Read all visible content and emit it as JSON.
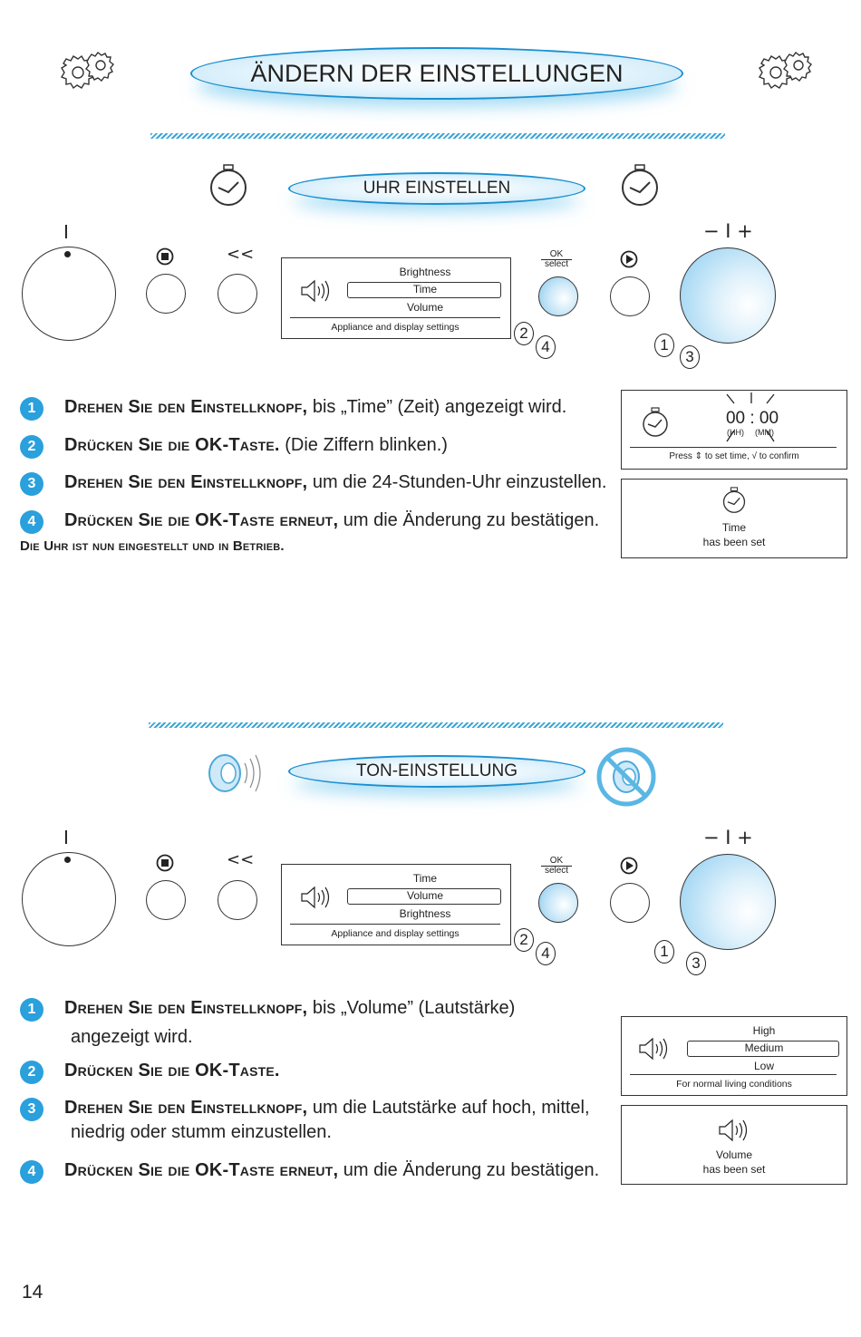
{
  "header": {
    "title": "ÄNDERN DER EINSTELLUNGEN"
  },
  "clock_section": {
    "title": "UHR EINSTELLEN",
    "panel": {
      "left_knob_mark": "I",
      "back_label": "<<",
      "ok_label_top": "OK",
      "ok_label_bottom": "select",
      "right_knob_label": "− I +",
      "menu": {
        "items": [
          "Brightness",
          "Time",
          "Volume"
        ],
        "selected": "Time",
        "footer": "Appliance and display settings"
      },
      "callouts": {
        "ok": [
          "2",
          "4"
        ],
        "knob": [
          "1",
          "3"
        ]
      }
    },
    "steps": [
      {
        "num": "1",
        "bold": "Drehen Sie den Einstellknopf,",
        "text": " bis „Time” (Zeit) angezeigt wird."
      },
      {
        "num": "2",
        "bold": "Drücken Sie die OK-Taste.",
        "text": " (Die Ziffern blinken.)"
      },
      {
        "num": "3",
        "bold": "Drehen Sie den Einstellknopf,",
        "text": " um die 24-Stunden-Uhr einzustellen."
      },
      {
        "num": "4",
        "bold": "Drücken Sie die OK-Taste erneut,",
        "text": " um die Änderung zu bestätigen."
      }
    ],
    "final_note": "Die Uhr ist nun eingestellt und in Betrieb.",
    "display_time": {
      "value": "00 : 00",
      "hh": "(HH)",
      "mm": "(MM)",
      "hint_a": "Press",
      "hint_b": "to set time,",
      "hint_c": "√ to confirm"
    },
    "display_confirm": {
      "line1": "Time",
      "line2": "has been set"
    }
  },
  "sound_section": {
    "title": "TON-EINSTELLUNG",
    "panel": {
      "left_knob_mark": "I",
      "back_label": "<<",
      "ok_label_top": "OK",
      "ok_label_bottom": "select",
      "right_knob_label": "− I +",
      "menu": {
        "items": [
          "Time",
          "Volume",
          "Brightness"
        ],
        "selected": "Volume",
        "footer": "Appliance and display settings"
      },
      "callouts": {
        "ok": [
          "2",
          "4"
        ],
        "knob": [
          "1",
          "3"
        ]
      }
    },
    "steps": [
      {
        "num": "1",
        "bold": "Drehen Sie den Einstellknopf,",
        "text": " bis „Volume” (Lautstärke)",
        "text2": "angezeigt wird."
      },
      {
        "num": "2",
        "bold": "Drücken Sie die OK-Taste.",
        "text": ""
      },
      {
        "num": "3",
        "bold": "Drehen Sie den Einstellknopf,",
        "text": " um die Lautstärke auf hoch, mittel,",
        "text2": "niedrig oder stumm einzustellen."
      },
      {
        "num": "4",
        "bold": "Drücken Sie die OK-Taste erneut,",
        "text": " um die Änderung zu bestätigen."
      }
    ],
    "display_volume": {
      "items": [
        "High",
        "Medium",
        "Low"
      ],
      "selected": "Medium",
      "footer": "For normal living conditions"
    },
    "display_confirm": {
      "line1": "Volume",
      "line2": "has been set"
    }
  },
  "page_number": "14",
  "icons": [
    "gears-icon",
    "clock-icon",
    "speaker-icon",
    "mute-icon",
    "stop-icon",
    "play-icon"
  ]
}
